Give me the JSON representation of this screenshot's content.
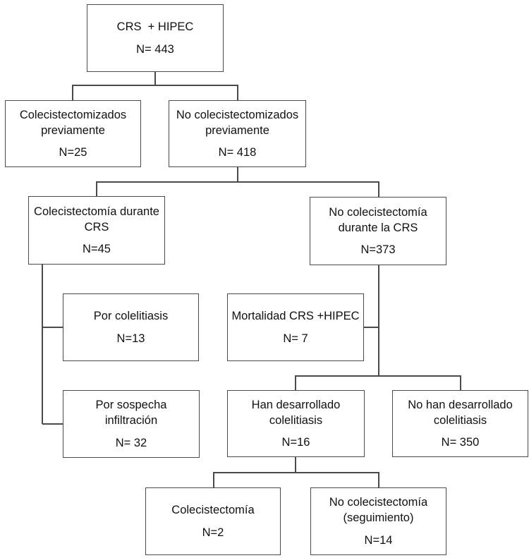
{
  "diagram": {
    "type": "flowchart",
    "language": "es",
    "colors": {
      "line": "#4a4a4a",
      "box_border": "#4a4a4a",
      "text": "#111111",
      "background": "#ffffff"
    },
    "boxes": [
      {
        "id": "crs-hipec",
        "title": "CRS  + HIPEC",
        "n": "N= 443"
      },
      {
        "id": "colecistectomizados-previamente",
        "title": "Colecistectomizados\npreviamente",
        "n": "N=25"
      },
      {
        "id": "no-colecistectomizados-previamente",
        "title": "No colecistectomizados\npreviamente",
        "n": "N= 418"
      },
      {
        "id": "colecistectomia-durante-crs",
        "title": "Colecistectomía durante\nCRS",
        "n": "N=45"
      },
      {
        "id": "no-colecistectomia-durante-crs",
        "title": "No colecistectomía\ndurante la CRS",
        "n": "N=373"
      },
      {
        "id": "por-colelitiasis",
        "title": "Por colelitiasis",
        "n": "N=13"
      },
      {
        "id": "mortalidad-crs-hipec",
        "title": "Mortalidad CRS +HIPEC",
        "n": "N= 7"
      },
      {
        "id": "por-sospecha-infiltracion",
        "title": "Por sospecha\ninfiltración",
        "n": "N= 32"
      },
      {
        "id": "han-desarrollado-colelitiasis",
        "title": "Han desarrollado\ncolelitiasis",
        "n": "N=16"
      },
      {
        "id": "no-han-desarrollado-colelitiasis",
        "title": "No han desarrollado\ncolelitiasis",
        "n": "N= 350"
      },
      {
        "id": "colecistectomia",
        "title": "Colecistectomía",
        "n": "N=2"
      },
      {
        "id": "no-colecistectomia-seguimiento",
        "title": "No colecistectomía\n(seguimiento)",
        "n": "N=14"
      }
    ]
  }
}
